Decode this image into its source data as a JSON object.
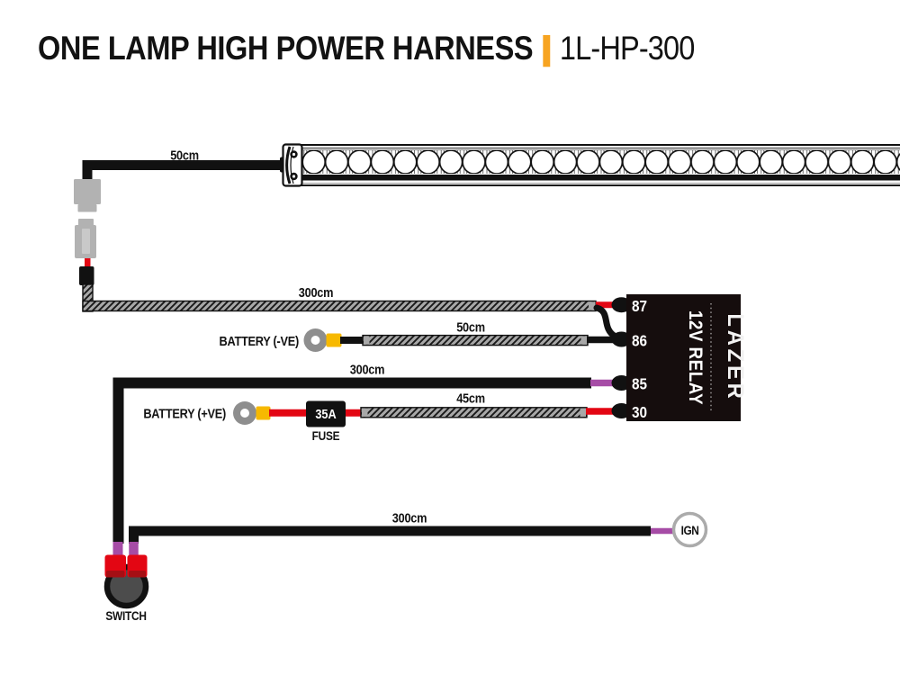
{
  "title": {
    "main": "ONE LAMP HIGH POWER HARNESS",
    "separator": "|",
    "code": "1L-HP-300"
  },
  "wires": {
    "lamp": "50cm",
    "relay_output": "300cm",
    "battery_negative": "50cm",
    "switch_feed": "300cm",
    "fused_supply": "45cm",
    "ignition": "300cm"
  },
  "components": {
    "battery_negative": "BATTERY (-VE)",
    "battery_positive": "BATTERY (+VE)",
    "fuse_rating": "35A",
    "fuse": "FUSE",
    "switch": "SWITCH",
    "ignition": "IGN"
  },
  "relay": {
    "label": "12V RELAY",
    "brand": "LAZER",
    "terminals": [
      "87",
      "86",
      "85",
      "30"
    ]
  },
  "colors": {
    "accent_orange": "#F7A421",
    "wire_red": "#E30613",
    "wire_purple": "#A64CA6",
    "crimp_yellow": "#F7B900",
    "connector_gray": "#B2B2B2",
    "sleeve_gray": "#A8A8A8",
    "ring_gray": "#8E8E8E",
    "relay_black": "#150D0D",
    "switch_gray": "#4C4C4C",
    "line_black": "#121212"
  }
}
